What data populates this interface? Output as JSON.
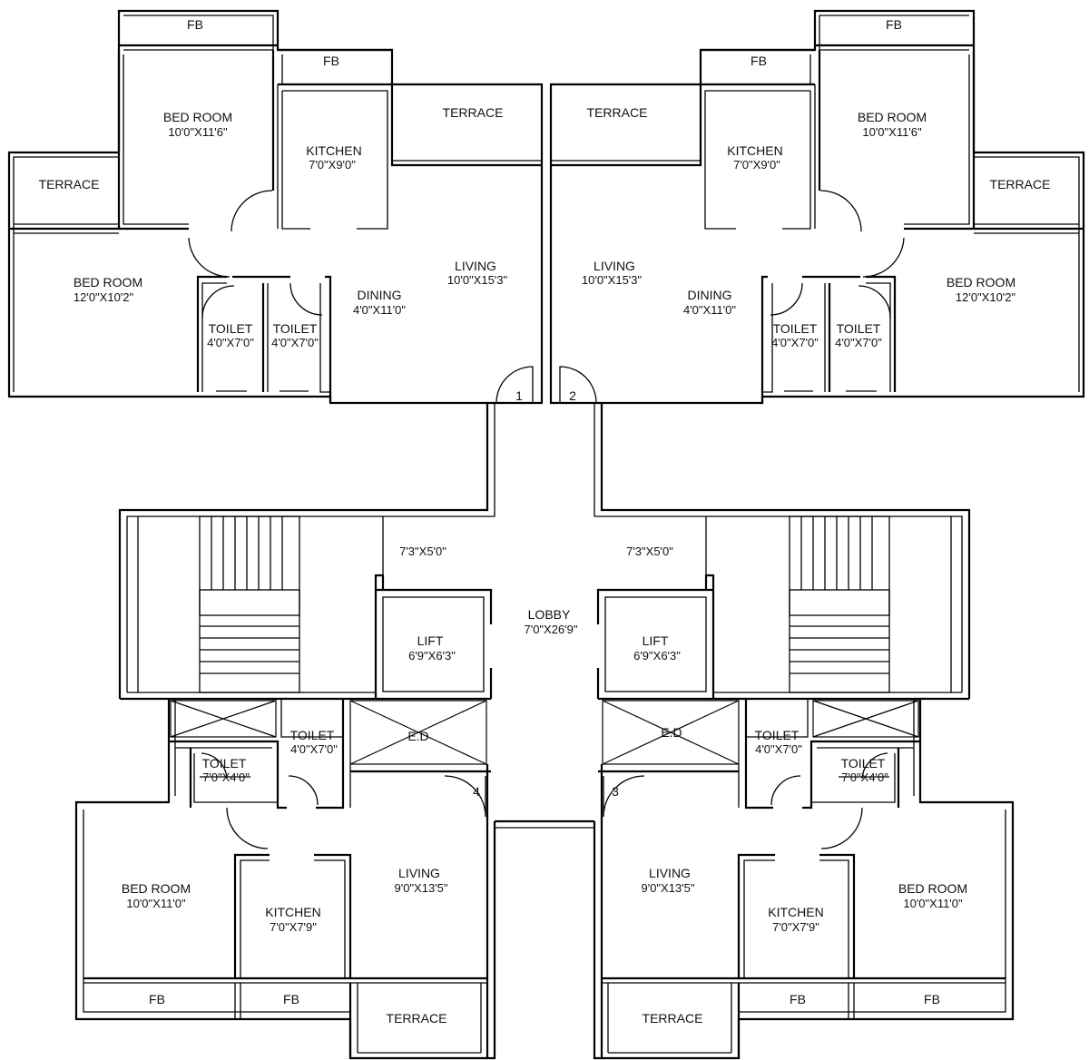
{
  "flats": {
    "upper_left": {
      "fb_top": "FB",
      "fb_kitchen": "FB",
      "terrace_top": "TERRACE",
      "terrace_side": "TERRACE",
      "bedroom1": {
        "name": "BED ROOM",
        "size": "10'0\"X11'6\""
      },
      "bedroom2": {
        "name": "BED ROOM",
        "size": "12'0\"X10'2\""
      },
      "kitchen": {
        "name": "KITCHEN",
        "size": "7'0\"X9'0\""
      },
      "living": {
        "name": "LIVING",
        "size": "10'0\"X15'3\""
      },
      "dining": {
        "name": "DINING",
        "size": "4'0\"X11'0\""
      },
      "toilet1": {
        "name": "TOILET",
        "size": "4'0\"X7'0\""
      },
      "toilet2": {
        "name": "TOILET",
        "size": "4'0\"X7'0\""
      },
      "door_no": "1"
    },
    "upper_right": {
      "fb_top": "FB",
      "fb_kitchen": "FB",
      "terrace_top": "TERRACE",
      "terrace_side": "TERRACE",
      "bedroom1": {
        "name": "BED ROOM",
        "size": "10'0\"X11'6\""
      },
      "bedroom2": {
        "name": "BED ROOM",
        "size": "12'0\"X10'2\""
      },
      "kitchen": {
        "name": "KITCHEN",
        "size": "7'0\"X9'0\""
      },
      "living": {
        "name": "LIVING",
        "size": "10'0\"X15'3\""
      },
      "dining": {
        "name": "DINING",
        "size": "4'0\"X11'0\""
      },
      "toilet1": {
        "name": "TOILET",
        "size": "4'0\"X7'0\""
      },
      "toilet2": {
        "name": "TOILET",
        "size": "4'0\"X7'0\""
      },
      "door_no": "2"
    },
    "lower_left": {
      "bedroom": {
        "name": "BED ROOM",
        "size": "10'0\"X11'0\""
      },
      "kitchen": {
        "name": "KITCHEN",
        "size": "7'0\"X7'9\""
      },
      "living": {
        "name": "LIVING",
        "size": "9'0\"X13'5\""
      },
      "toilet1": {
        "name": "TOILET",
        "size": "4'0\"X7'0\""
      },
      "toilet2": {
        "name": "TOILET",
        "size": "7'0\"X4'0\""
      },
      "fb1": "FB",
      "fb2": "FB",
      "terrace": "TERRACE",
      "door_no": "4"
    },
    "lower_right": {
      "bedroom": {
        "name": "BED ROOM",
        "size": "10'0\"X11'0\""
      },
      "kitchen": {
        "name": "KITCHEN",
        "size": "7'0\"X7'9\""
      },
      "living": {
        "name": "LIVING",
        "size": "9'0\"X13'5\""
      },
      "toilet1": {
        "name": "TOILET",
        "size": "4'0\"X7'0\""
      },
      "toilet2": {
        "name": "TOILET",
        "size": "7'0\"X4'0\""
      },
      "fb1": "FB",
      "fb2": "FB",
      "terrace": "TERRACE",
      "door_no": "3"
    }
  },
  "core": {
    "lobby": {
      "name": "LOBBY",
      "size": "7'0\"X26'9\""
    },
    "left_landing": "7'3\"X5'0\"",
    "right_landing": "7'3\"X5'0\"",
    "left_lift": {
      "name": "LIFT",
      "size": "6'9\"X6'3\""
    },
    "right_lift": {
      "name": "LIFT",
      "size": "6'9\"X6'3\""
    },
    "left_duct": "E.D",
    "right_duct": "E.D"
  }
}
